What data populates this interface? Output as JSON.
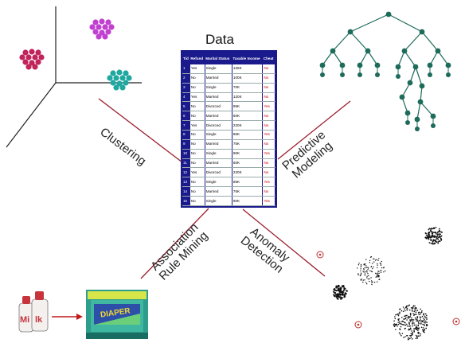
{
  "center": {
    "title": "Data",
    "table": {
      "headers": [
        "Tid",
        "Refund",
        "Marital Status",
        "Taxable Income",
        "Cheat"
      ],
      "rows": [
        [
          "1",
          "Yes",
          "Single",
          "125K",
          "No"
        ],
        [
          "2",
          "No",
          "Married",
          "100K",
          "No"
        ],
        [
          "3",
          "No",
          "Single",
          "70K",
          "No"
        ],
        [
          "4",
          "Yes",
          "Married",
          "120K",
          "No"
        ],
        [
          "5",
          "No",
          "Divorced",
          "95K",
          "Yes"
        ],
        [
          "6",
          "No",
          "Married",
          "60K",
          "No"
        ],
        [
          "7",
          "Yes",
          "Divorced",
          "220K",
          "No"
        ],
        [
          "8",
          "No",
          "Single",
          "85K",
          "Yes"
        ],
        [
          "9",
          "No",
          "Married",
          "75K",
          "No"
        ],
        [
          "10",
          "No",
          "Single",
          "90K",
          "Yes"
        ],
        [
          "11",
          "No",
          "Married",
          "60K",
          "No"
        ],
        [
          "12",
          "Yes",
          "Divorced",
          "220K",
          "No"
        ],
        [
          "13",
          "No",
          "Single",
          "85K",
          "Yes"
        ],
        [
          "14",
          "No",
          "Married",
          "75K",
          "No"
        ],
        [
          "15",
          "No",
          "Single",
          "90K",
          "Yes"
        ]
      ]
    }
  },
  "labels": {
    "clustering": "Clustering",
    "predictive": [
      "Predictive",
      "Modeling"
    ],
    "association": [
      "Association",
      "Rule Mining"
    ],
    "anomaly": [
      "Anomaly",
      "Detection"
    ]
  },
  "product": {
    "milk": "Milk",
    "diaper": "DIAPER"
  },
  "colors": {
    "cluster_magenta": "#c040d0",
    "cluster_crimson": "#c0245a",
    "cluster_teal": "#1fa8a0",
    "tree_node": "#1d6b5a",
    "connector": "#9b1f2e",
    "table_blue": "#1a1a8c"
  }
}
